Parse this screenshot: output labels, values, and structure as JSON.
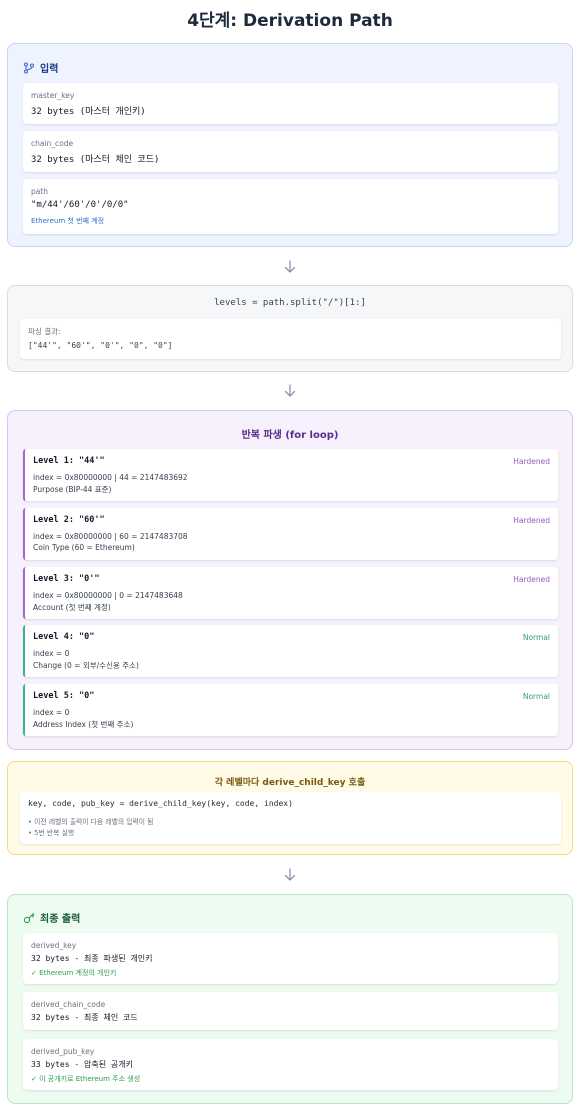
{
  "title": "4단계: Derivation Path",
  "input": {
    "heading": "입력",
    "fields": [
      {
        "label": "master_key",
        "value": "32 bytes (마스터 개인키)"
      },
      {
        "label": "chain_code",
        "value": "32 bytes (마스터 체인 코드)"
      },
      {
        "label": "path",
        "value": "\"m/44'/60'/0'/0/0\"",
        "note": "Ethereum 첫 번째 계정"
      }
    ]
  },
  "split": {
    "code": "levels = path.split(\"/\")[1:]",
    "result_label": "파싱 결과:",
    "result_value": "[\"44'\", \"60'\", \"0'\", \"0\", \"0\"]"
  },
  "loop": {
    "heading": "반복 파생 (for loop)",
    "levels": [
      {
        "title": "Level 1: \"44'\"",
        "type": "Hardened",
        "index": "index = 0x80000000 | 44 = 2147483692",
        "desc": "Purpose (BIP-44 표준)"
      },
      {
        "title": "Level 2: \"60'\"",
        "type": "Hardened",
        "index": "index = 0x80000000 | 60 = 2147483708",
        "desc": "Coin Type (60 = Ethereum)"
      },
      {
        "title": "Level 3: \"0'\"",
        "type": "Hardened",
        "index": "index = 0x80000000 | 0 = 2147483648",
        "desc": "Account (첫 번째 계정)"
      },
      {
        "title": "Level 4: \"0\"",
        "type": "Normal",
        "index": "index = 0",
        "desc": "Change (0 = 외부/수신용 주소)"
      },
      {
        "title": "Level 5: \"0\"",
        "type": "Normal",
        "index": "index = 0",
        "desc": "Address Index (첫 번째 주소)"
      }
    ]
  },
  "derive": {
    "heading": "각 레벨마다 derive_child_key 호출",
    "code": "key, code, pub_key = derive_child_key(key, code, index)",
    "notes": [
      "• 이전 레벨의 출력이 다음 레벨의 입력이 됨",
      "• 5번 반복 실행"
    ]
  },
  "output": {
    "heading": "최종 출력",
    "fields": [
      {
        "label": "derived_key",
        "value": "32 bytes - 최종 파생된 개인키",
        "note": "✓ Ethereum 계정의 개인키"
      },
      {
        "label": "derived_chain_code",
        "value": "32 bytes - 최종 체인 코드"
      },
      {
        "label": "derived_pub_key",
        "value": "33 bytes - 압축된 공개키",
        "note": "✓ 이 공개키로 Ethereum 주소 생성"
      }
    ]
  },
  "colors": {
    "input_bg": "#eef3ff",
    "input_border": "#c7d5f3",
    "split_bg": "#f6f7f9",
    "split_border": "#d9dde3",
    "loop_bg": "#f7f1fd",
    "loop_border": "#d8c4f0",
    "derive_bg": "#fffbe6",
    "derive_border": "#f1dd7c",
    "output_bg": "#eefbf1",
    "output_border": "#b8e6c3",
    "hardened": "#9b59c6",
    "normal": "#2f9e7e",
    "green_note": "#2e9d52",
    "blue_note": "#2f6fd0"
  }
}
